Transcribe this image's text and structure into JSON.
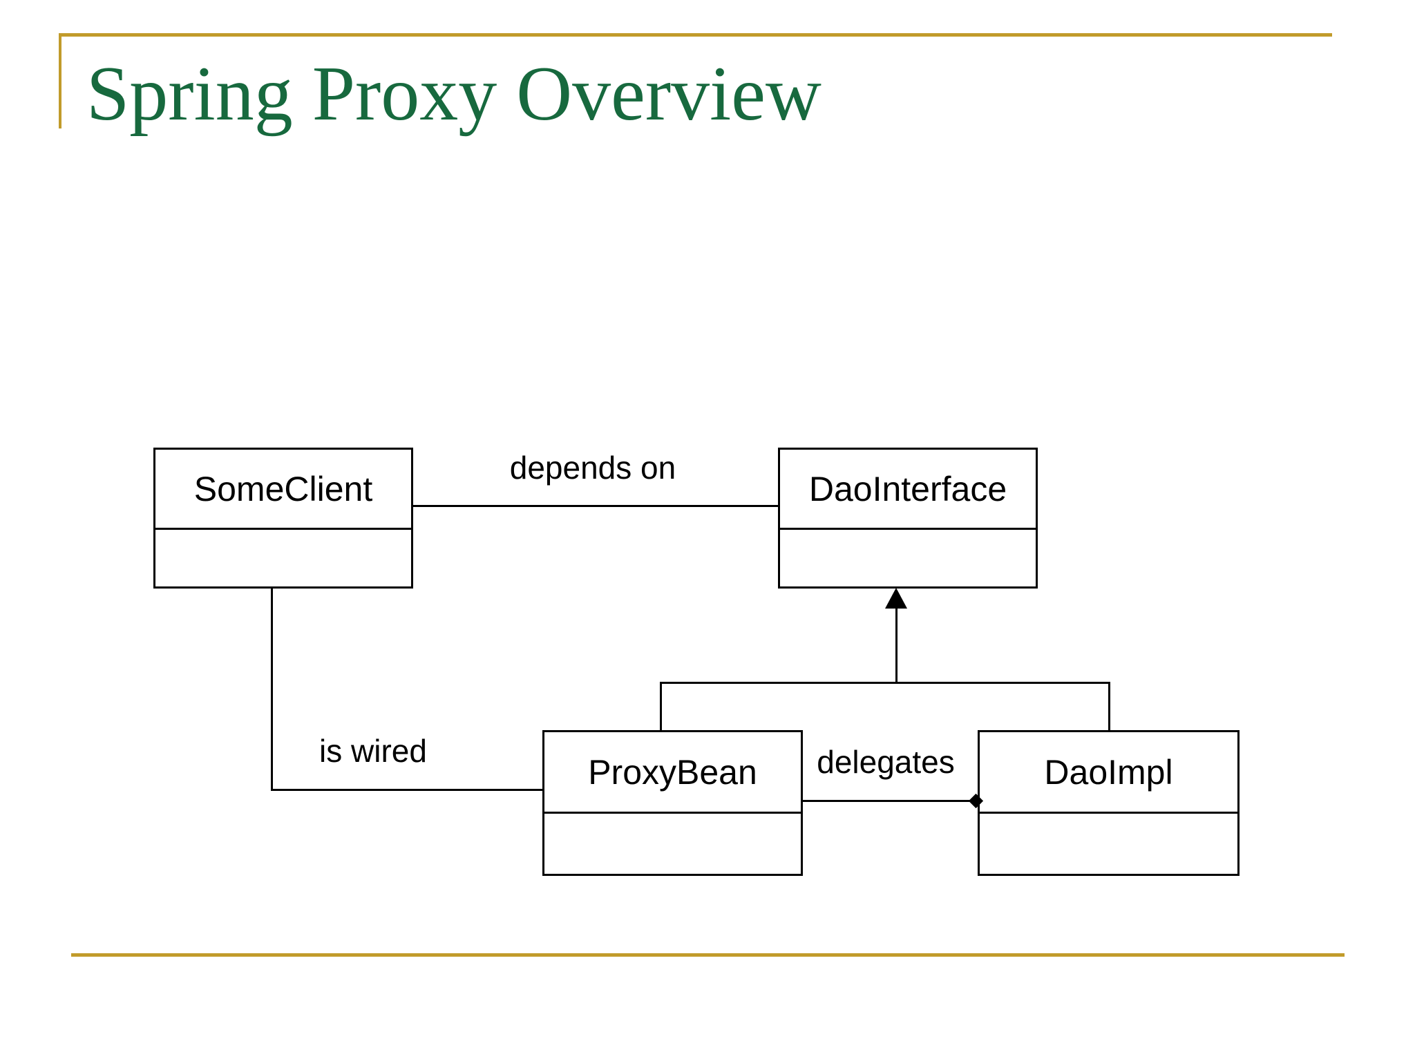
{
  "slide": {
    "title": "Spring Proxy Overview"
  },
  "colors": {
    "title_green": "#17693E",
    "accent_gold": "#C19B2B",
    "diagram_black": "#000000",
    "background": "#FFFFFF"
  },
  "diagram": {
    "type": "uml-class-diagram",
    "classes": [
      {
        "name": "SomeClient"
      },
      {
        "name": "DaoInterface"
      },
      {
        "name": "ProxyBean"
      },
      {
        "name": "DaoImpl"
      }
    ],
    "relationships": [
      {
        "type": "association",
        "label": "depends on",
        "from": "SomeClient",
        "to": "DaoInterface"
      },
      {
        "type": "association",
        "label": "is wired",
        "from": "SomeClient",
        "to": "ProxyBean"
      },
      {
        "type": "composition",
        "label": "delegates",
        "from": "ProxyBean",
        "to": "DaoImpl",
        "marker": "filled-diamond"
      },
      {
        "type": "realization",
        "label": "",
        "from": "ProxyBean, DaoImpl",
        "to": "DaoInterface",
        "marker": "filled-triangle-arrow"
      }
    ]
  }
}
